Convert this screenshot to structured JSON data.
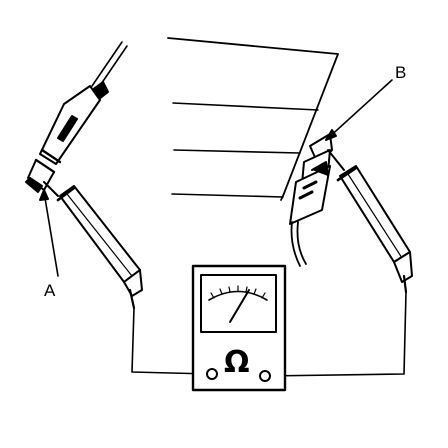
{
  "labels": {
    "a": "A",
    "b": "B"
  },
  "meter": {
    "unit_symbol": "Ω"
  },
  "colors": {
    "ink": "#000000",
    "paper": "#ffffff"
  }
}
